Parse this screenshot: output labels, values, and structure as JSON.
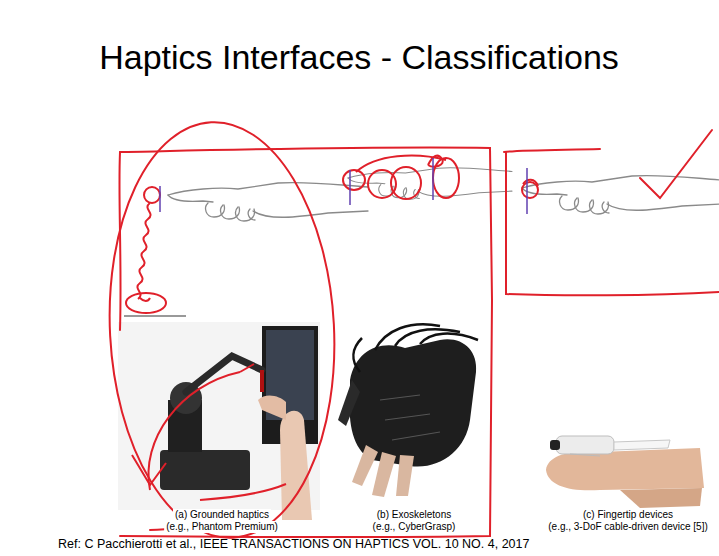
{
  "diagram": {
    "title": "Haptics Interfaces - Classifications",
    "caption": "Ref: C Pacchierotti et al., IEEE TRANSACTIONS ON HAPTICS VOL. 10 NO. 4, 2017",
    "labels": [
      "(a) Grounded haptics",
      "(e.g., Phantom Premium)",
      "(b) Exoskeletons",
      "(e.g., CyberGrasp)",
      "(c) Fingertip devices",
      "(e.g., 3-DoF cable-driven device [5])"
    ]
  }
}
